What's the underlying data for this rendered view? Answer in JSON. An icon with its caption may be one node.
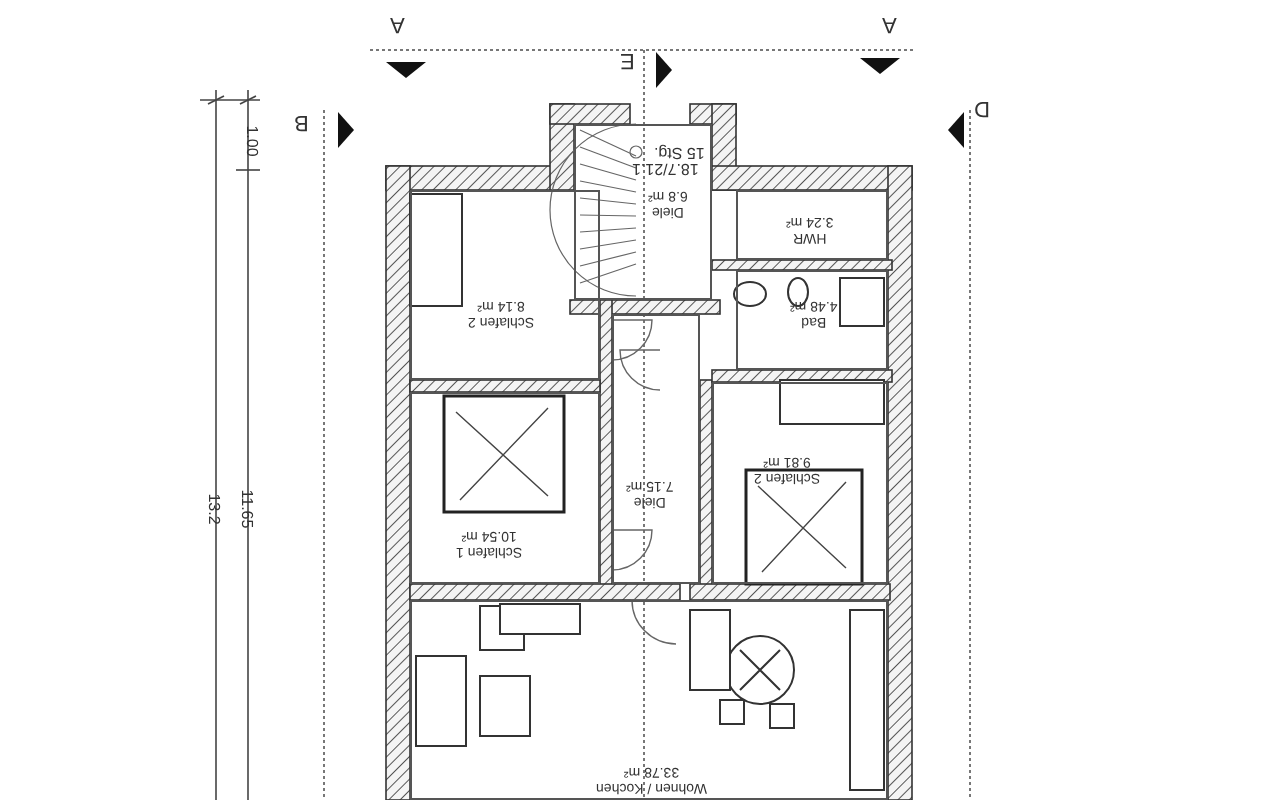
{
  "diagram": {
    "nodes": [
      {
        "text": [
          "Diele",
          "6.8 m²"
        ]
      },
      {
        "text": [
          "Schlafen 2",
          "8.14 m²"
        ]
      },
      {
        "text": [
          "HWR",
          "3.24 m²"
        ]
      },
      {
        "text": [
          "Bad",
          "4.48 m²"
        ]
      },
      {
        "text": [
          "Schlafen 2",
          "9.81 m²"
        ]
      },
      {
        "text": [
          "Schlafen 1",
          "10.54 m²"
        ]
      },
      {
        "text": [
          "Diele",
          "7.15 m²"
        ]
      },
      {
        "text": [
          "Wohnen / Kochen",
          "33.78 m²"
        ]
      }
    ],
    "labels": [
      "A",
      "E",
      "A",
      "B",
      "D",
      "1.00",
      "15 Stg.",
      "18.7/21.1",
      "13.2",
      "11.65"
    ]
  }
}
